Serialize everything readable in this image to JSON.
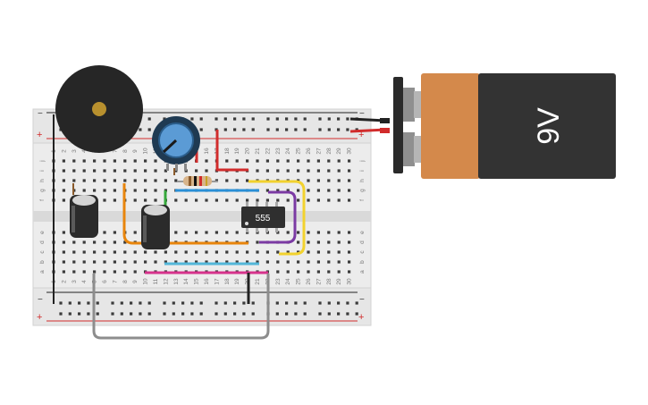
{
  "breadboard": {
    "rail_minus": "−",
    "rail_plus": "+",
    "columns": [
      "1",
      "2",
      "3",
      "4",
      "5",
      "6",
      "7",
      "8",
      "9",
      "10",
      "11",
      "12",
      "13",
      "14",
      "15",
      "16",
      "17",
      "18",
      "19",
      "20",
      "21",
      "22",
      "23",
      "24",
      "25",
      "26",
      "27",
      "28",
      "29",
      "30"
    ],
    "rows_top": [
      "j",
      "i",
      "h",
      "g",
      "f"
    ],
    "rows_bottom": [
      "e",
      "d",
      "c",
      "b",
      "a"
    ]
  },
  "ic": {
    "label": "555"
  },
  "battery": {
    "label": "9V"
  },
  "colors": {
    "board": "#e9e9e9",
    "rail_red": "#d12c2c",
    "wire_orange": "#e8850c",
    "wire_blue": "#2a8fd6",
    "wire_yellow": "#f2d22e",
    "wire_purple": "#7b3aa3",
    "wire_red": "#d12c2c",
    "wire_green": "#35a83b",
    "wire_magenta": "#d6338c",
    "wire_cyan": "#52b6d9",
    "wire_gray": "#8d8d8d",
    "wire_brown": "#8a5a2b",
    "battery_body": "#333333",
    "battery_orange": "#d4894b",
    "pot_blue": "#5b9bd5",
    "piezo": "#262626"
  }
}
